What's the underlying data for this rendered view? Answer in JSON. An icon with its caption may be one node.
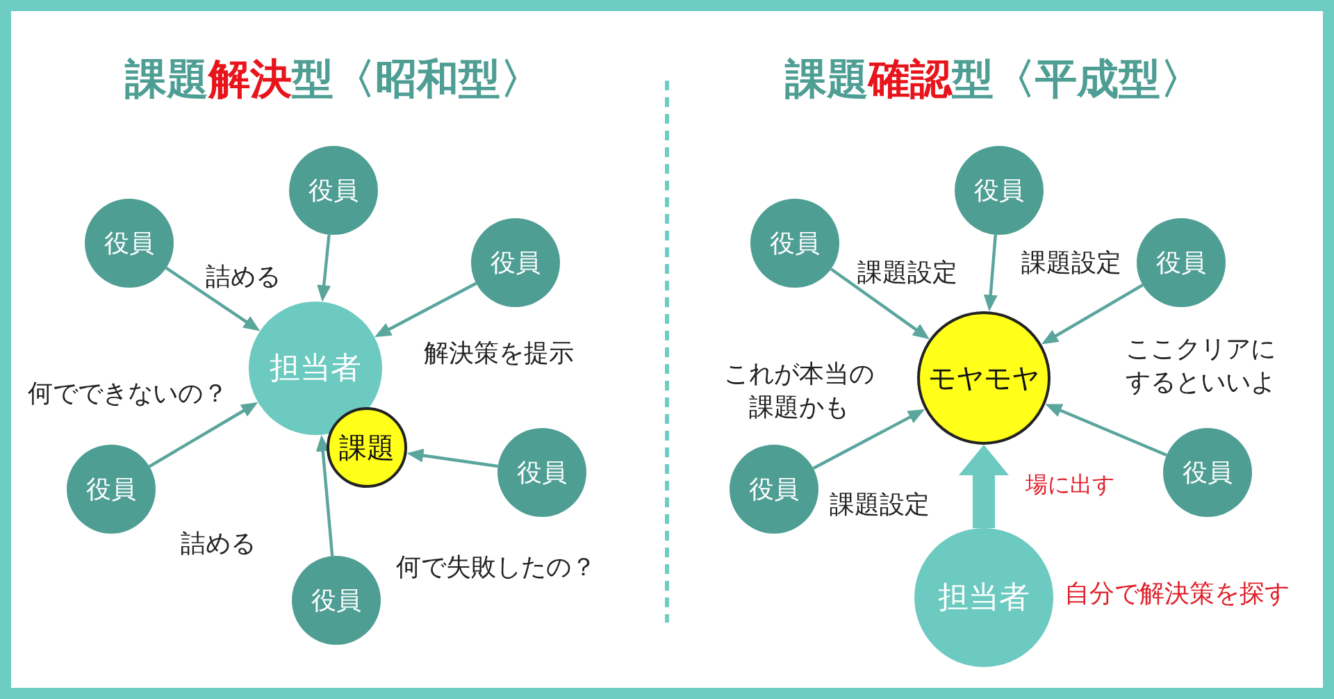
{
  "diagram": {
    "nodes": [
      {
        "text": [
          "担当者"
        ]
      },
      {
        "text": [
          "課題"
        ]
      },
      {
        "text": [
          "役員"
        ]
      },
      {
        "text": [
          "役員"
        ]
      },
      {
        "text": [
          "役員"
        ]
      },
      {
        "text": [
          "役員"
        ]
      },
      {
        "text": [
          "役員"
        ]
      },
      {
        "text": [
          "役員"
        ]
      },
      {
        "text": [
          "モヤモヤ"
        ]
      },
      {
        "text": [
          "役員"
        ]
      },
      {
        "text": [
          "役員"
        ]
      },
      {
        "text": [
          "役員"
        ]
      },
      {
        "text": [
          "役員"
        ]
      },
      {
        "text": [
          "役員"
        ]
      },
      {
        "text": [
          "担当者"
        ],
        "beside": [
          "自分で解決策を探す"
        ]
      }
    ],
    "edges": [
      {
        "from": 2,
        "to": 0,
        "arrow": "to"
      },
      {
        "from": 3,
        "to": 0,
        "arrow": "to"
      },
      {
        "from": 4,
        "to": 0,
        "arrow": "to"
      },
      {
        "from": 5,
        "to": 0,
        "arrow": "to"
      },
      {
        "from": 6,
        "to": 1,
        "arrow": "to"
      },
      {
        "from": 7,
        "to": 0,
        "arrow": "to"
      },
      {
        "from": 9,
        "to": 8,
        "arrow": "to"
      },
      {
        "from": 10,
        "to": 8,
        "arrow": "to"
      },
      {
        "from": 11,
        "to": 8,
        "arrow": "to"
      },
      {
        "from": 12,
        "to": 8,
        "arrow": "to"
      },
      {
        "from": 13,
        "to": 8,
        "arrow": "to"
      },
      {
        "from": 14,
        "to": 8,
        "arrow": "to",
        "style": "thick",
        "color": "#6ccac0",
        "label": "場に出す"
      }
    ],
    "labels": [
      "課題**解決**型〈昭和型〉",
      "課題**確認**型〈平成型〉",
      "詰める",
      "解決策を提示",
      "何でできないの？",
      "詰める",
      "何で失敗したの？",
      "課題設定",
      "課題設定",
      "これが本当の課題かも",
      "ここクリアにするといいよ",
      "課題設定"
    ]
  }
}
